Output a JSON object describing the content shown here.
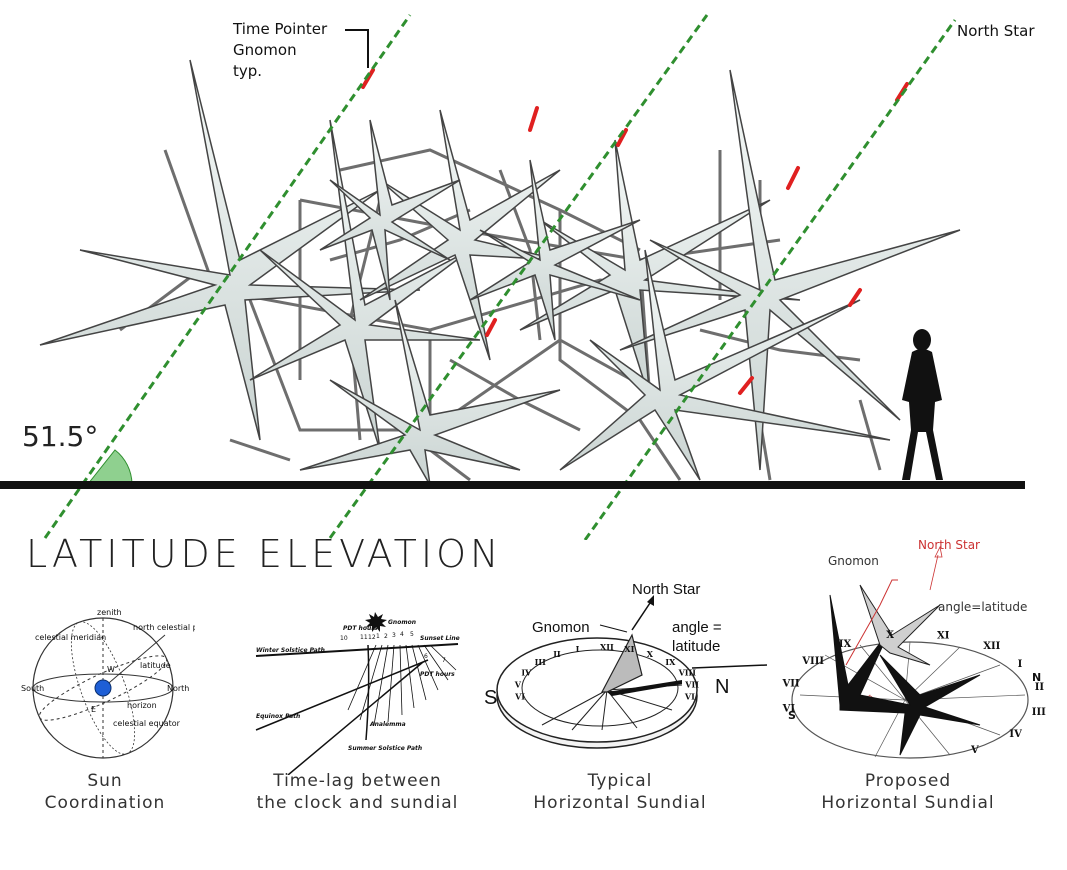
{
  "top": {
    "time_pointer_line1": "Time Pointer",
    "time_pointer_line2": "Gnomon",
    "time_pointer_line3": "typ.",
    "north_star": "North Star",
    "angle": "51.5°",
    "title": "LATITUDE ELEVATION"
  },
  "panels": {
    "sun": {
      "caption_line1": "Sun",
      "caption_line2": "Coordination",
      "zenith": "zenith",
      "north_celestial_pole": "north celestial pole",
      "celestial_meridian": "celestial meridian",
      "latitude": "latitude",
      "south": "South",
      "north": "North",
      "horizon": "horizon",
      "celestial_equator": "celestial equator",
      "w": "W",
      "e": "E"
    },
    "timelag": {
      "caption_line1": "Time-lag between",
      "caption_line2": "the clock and sundial",
      "gnomon": "Gnomon",
      "winter_path": "Winter Solstice Path",
      "sunset_line": "Sunset Line",
      "pdt_hours_top": "PDT hours",
      "pdt_hours_mid": "PDT hours",
      "equinox_path": "Equinox Path",
      "analemma": "Analemma",
      "summer_path": "Summer Solstice Path",
      "hours": [
        "10",
        "11",
        "12",
        "1",
        "2",
        "3",
        "4",
        "5",
        "6",
        "7"
      ]
    },
    "typical": {
      "caption_line1": "Typical",
      "caption_line2": "Horizontal Sundial",
      "north_star": "North Star",
      "gnomon": "Gnomon",
      "angle_line1": "angle =",
      "angle_line2": "latitude",
      "s": "S",
      "n": "N",
      "numerals": [
        "VI",
        "VII",
        "VIII",
        "IX",
        "X",
        "XI",
        "XII",
        "I",
        "II",
        "III",
        "IV",
        "V",
        "VI"
      ]
    },
    "proposed": {
      "caption_line1": "Proposed",
      "caption_line2": "Horizontal Sundial",
      "north_star": "North Star",
      "gnomon": "Gnomon",
      "angle": "angle=latitude",
      "s": "S",
      "n": "N",
      "numerals": [
        "VI",
        "VII",
        "VIII",
        "IX",
        "X",
        "XI",
        "XII",
        "I",
        "II",
        "III",
        "IV",
        "V"
      ]
    }
  },
  "colors": {
    "ground": "#111111",
    "dashed_line": "#2f8f2f",
    "angle_fill": "#8fd08f",
    "gnomon_tip": "#e02020",
    "structure_fill": "#e6eeec",
    "structure_edge": "#444444",
    "sphere": "#1e5fd6"
  }
}
